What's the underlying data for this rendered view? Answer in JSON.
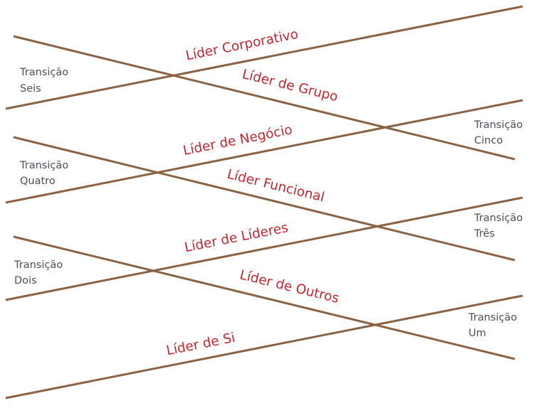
{
  "colors": {
    "line": "#8b6243",
    "level_text": "#c4262e",
    "transition_text": "#4a4f57",
    "background": "#ffffff"
  },
  "levels": {
    "corporativo": "Líder Corporativo",
    "grupo": "Líder de Grupo",
    "negocio": "Líder de Negócio",
    "funcional": "Líder Funcional",
    "lideres": "Líder de Líderes",
    "outros": "Líder de Outros",
    "si": "Líder de Si"
  },
  "transitions": {
    "seis": {
      "line1": "Transição",
      "line2": "Seis"
    },
    "cinco": {
      "line1": "Transição",
      "line2": "Cinco"
    },
    "quatro": {
      "line1": "Transição",
      "line2": "Quatro"
    },
    "tres": {
      "line1": "Transição",
      "line2": "Três"
    },
    "dois": {
      "line1": "Transição",
      "line2": "Dois"
    },
    "um": {
      "line1": "Transição",
      "line2": "Um"
    }
  }
}
